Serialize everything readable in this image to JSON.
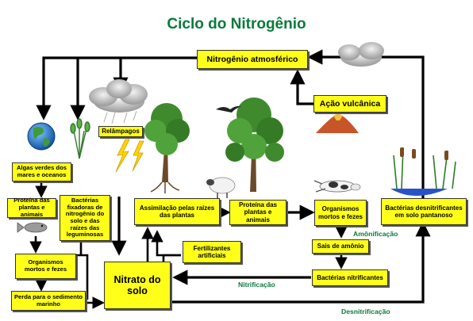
{
  "title": "Ciclo do Nitrogênio",
  "nodes": {
    "atmospheric": "Nitrogênio atmosférico",
    "volcanic": "Ação vulcânica",
    "lightning": "Relâmpagos",
    "algae": "Algas verdes dos mares e oceanos",
    "protein_sea": "Proteína das plantas e animais",
    "fixing_bacteria": "Bactérias fixadoras de nitrogênio do solo e das raízes das leguminosas",
    "dead_sea": "Organismos mortos e fezes",
    "loss_sediment": "Perda para o sedimento marinho",
    "assimilation": "Assimilação pelas raízes das plantas",
    "protein_land": "Proteína das plantas e animais",
    "dead_land": "Organismos mortos e fezes",
    "fertilizers": "Fertilizantes artificiais",
    "ammonium": "Sais de amônio",
    "nitrifying": "Bactérias nitrificantes",
    "nitrate": "Nitrato do solo",
    "denitrifying": "Bactérias desnitrificantes em solo pantanoso"
  },
  "process_labels": {
    "ammonification": "Amônificação",
    "nitrification": "Nitrificação",
    "denitrification": "Desnitrificação"
  },
  "colors": {
    "box_fill": "#ffff1a",
    "title_green": "#0a7a3a",
    "arrow": "#000000"
  }
}
